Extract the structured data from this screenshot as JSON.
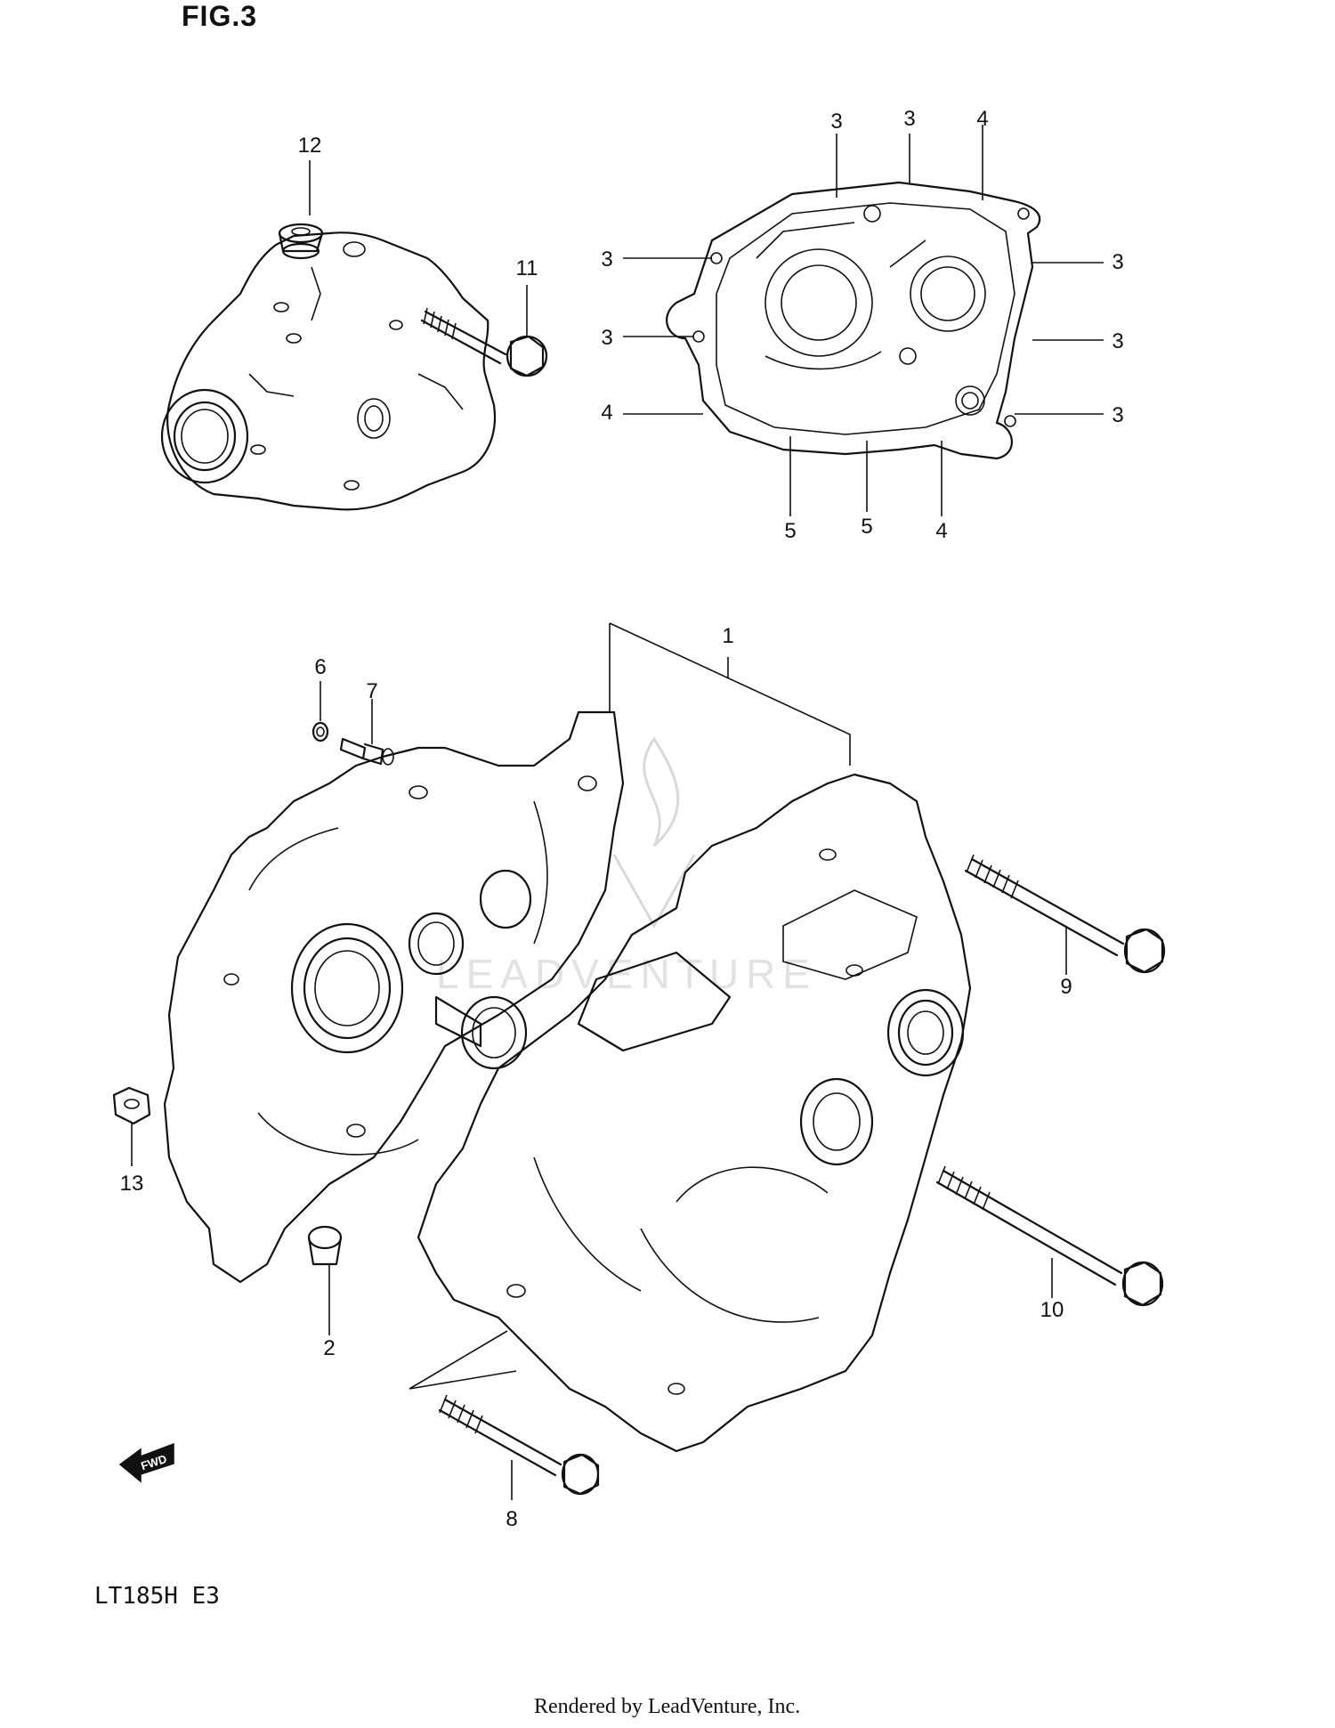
{
  "figure": {
    "title": "FIG.3",
    "model": "LT185H  E3",
    "footer": "Rendered by LeadVenture, Inc.",
    "watermark": "LEADVENTURE",
    "direction_marker": "FWD"
  },
  "callouts": [
    {
      "id": "c1",
      "text": "1"
    },
    {
      "id": "c2",
      "text": "2"
    },
    {
      "id": "c3a",
      "text": "3"
    },
    {
      "id": "c3b",
      "text": "3"
    },
    {
      "id": "c3c",
      "text": "3"
    },
    {
      "id": "c3d",
      "text": "3"
    },
    {
      "id": "c3e",
      "text": "3"
    },
    {
      "id": "c3f",
      "text": "3"
    },
    {
      "id": "c3g",
      "text": "3"
    },
    {
      "id": "c4a",
      "text": "4"
    },
    {
      "id": "c4b",
      "text": "4"
    },
    {
      "id": "c4c",
      "text": "4"
    },
    {
      "id": "c5a",
      "text": "5"
    },
    {
      "id": "c5b",
      "text": "5"
    },
    {
      "id": "c6",
      "text": "6"
    },
    {
      "id": "c7",
      "text": "7"
    },
    {
      "id": "c8",
      "text": "8"
    },
    {
      "id": "c9",
      "text": "9"
    },
    {
      "id": "c10",
      "text": "10"
    },
    {
      "id": "c11",
      "text": "11"
    },
    {
      "id": "c12",
      "text": "12"
    },
    {
      "id": "c13",
      "text": "13"
    }
  ]
}
